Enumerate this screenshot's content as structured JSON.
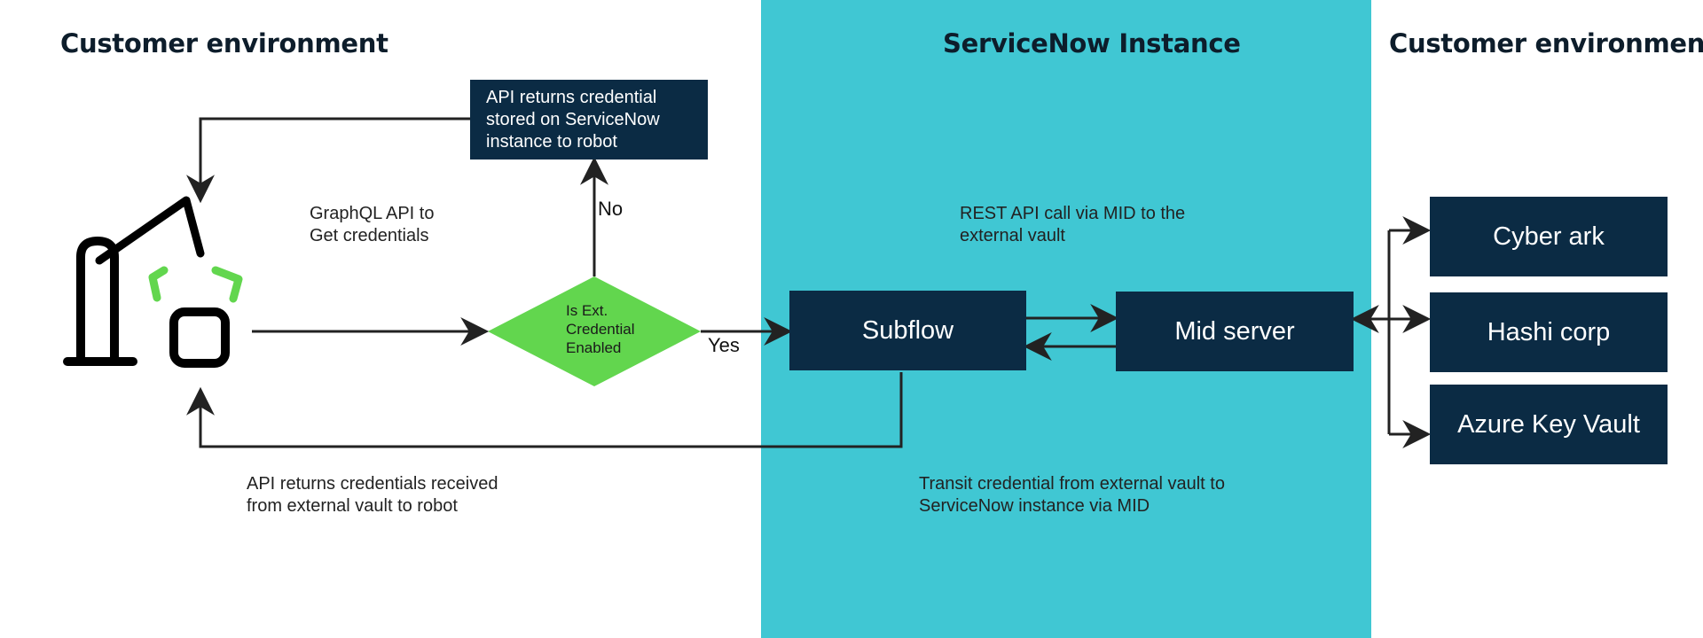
{
  "headings": {
    "left": "Customer environment",
    "center": "ServiceNow Instance",
    "right": "Customer environment"
  },
  "api_return_box": {
    "lines": [
      "API returns credential",
      "stored on ServiceNow",
      "instance to robot"
    ]
  },
  "graphql_note": {
    "lines": [
      "GraphQL API to",
      "Get credentials"
    ]
  },
  "decision": {
    "lines": [
      "Is Ext.",
      "Credential",
      "Enabled"
    ],
    "no_label": "No",
    "yes_label": "Yes"
  },
  "subflow_box": {
    "label": "Subflow"
  },
  "mid_server_box": {
    "label": "Mid server"
  },
  "rest_note": {
    "lines": [
      "REST API call via MID to the",
      "external vault"
    ]
  },
  "transit_note": {
    "lines": [
      "Transit credential from external vault to",
      "ServiceNow instance via MID"
    ]
  },
  "external_return_note": {
    "lines": [
      "API returns credentials received",
      "from external vault to robot"
    ]
  },
  "vaults": {
    "cyber_ark": "Cyber ark",
    "hashi_corp": "Hashi corp",
    "azure_key_vault": "Azure Key Vault"
  },
  "colors": {
    "band": "#40c7d3",
    "box": "#0b2b44",
    "decision": "#62d64e",
    "robot_accent": "#62d64e",
    "arrow": "#222222"
  },
  "icons": {
    "robot": "robot-arm-icon"
  }
}
